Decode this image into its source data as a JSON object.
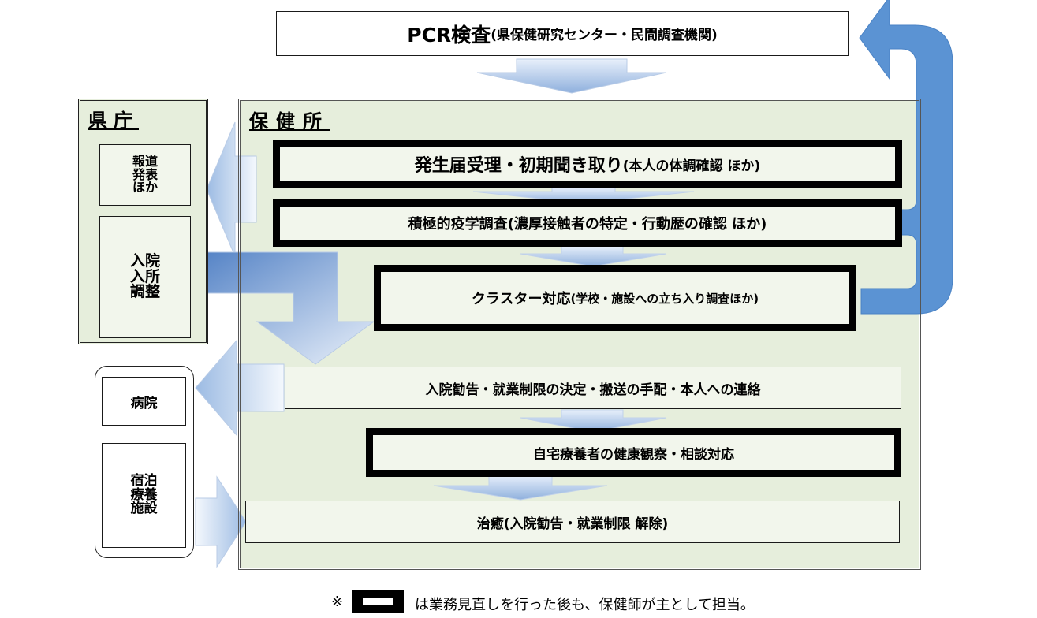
{
  "pcr": {
    "main": "PCR検査",
    "sub": "(県保健研究センター・民間調査機関)"
  },
  "prefecture": {
    "title": "県庁",
    "box1": [
      "報道",
      "発表",
      "ほか"
    ],
    "box2": [
      "入院",
      "入所",
      "調整"
    ]
  },
  "health_center": {
    "title": "保健所",
    "steps": [
      {
        "main": "発生届受理・初期聞き取り",
        "sub": "(本人の体調確認 ほか)"
      },
      {
        "main": "積極的疫学調査(濃厚接触者の特定・行動歴の確認 ほか)"
      },
      {
        "main": "クラスター対応",
        "sub": "(学校・施設への立ち入り調査ほか)"
      },
      {
        "main": "入院勧告・就業制限の決定・搬送の手配・本人への連絡"
      },
      {
        "main": "自宅療養者の健康観察・相談対応"
      },
      {
        "main": "治癒(入院勧告・就業制限 解除)"
      }
    ]
  },
  "facilities": {
    "hospital": "病院",
    "lodging": [
      "宿泊",
      "療養",
      "施設"
    ]
  },
  "legend": {
    "mark": "※",
    "text": "は業務見直しを行った後も、保健師が主として担当。"
  }
}
